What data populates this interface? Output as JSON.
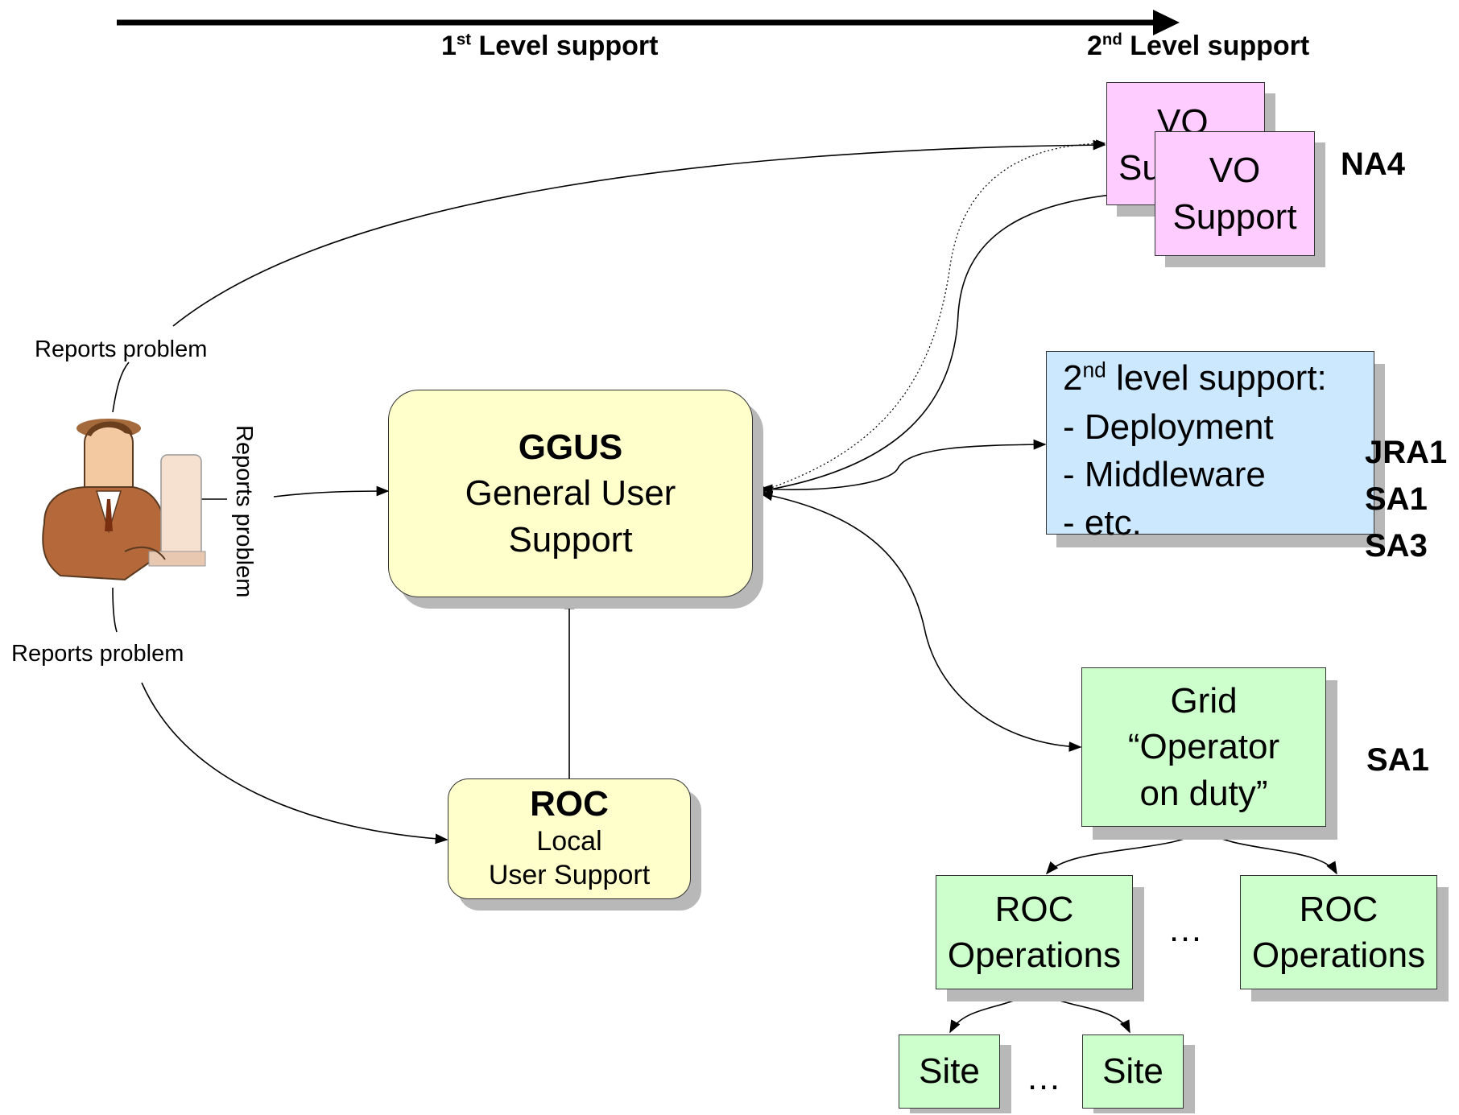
{
  "axis": {
    "first_level": "1st Level support",
    "first_level_base": "1",
    "first_level_sup": "st",
    "first_level_rest": " Level support",
    "second_level_base": "2",
    "second_level_sup": "nd",
    "second_level_rest": " Level support"
  },
  "user": {
    "label_top": "Reports problem",
    "label_middle": "Reports problem",
    "label_bottom": "Reports problem"
  },
  "ggus": {
    "title": "GGUS",
    "line1": "General User",
    "line2": "Support"
  },
  "roc_local": {
    "title": "ROC",
    "line1": "Local",
    "line2": "User Support"
  },
  "vo_support": {
    "back_line1": "VO",
    "back_line2": "Su",
    "front_line1": "VO",
    "front_line2": "Support",
    "tag": "NA4"
  },
  "second_level_box": {
    "heading_base": "2",
    "heading_sup": "nd",
    "heading_rest": " level support:",
    "items": [
      "- Deployment",
      "- Middleware",
      "- etc."
    ],
    "tags": [
      "JRA1",
      "SA1",
      "SA3"
    ]
  },
  "operator": {
    "line1": "Grid",
    "line2": "“Operator",
    "line3": "on duty”",
    "tag": "SA1"
  },
  "roc_operations": [
    {
      "line1": "ROC",
      "line2": "Operations"
    },
    {
      "line1": "ROC",
      "line2": "Operations"
    }
  ],
  "roc_ellipsis": "…",
  "sites": [
    {
      "label": "Site"
    },
    {
      "label": "Site"
    }
  ],
  "site_ellipsis": "…",
  "colors": {
    "yellow": "#ffffcc",
    "pink": "#ffccff",
    "blue": "#cce8ff",
    "green": "#ccffcc"
  }
}
